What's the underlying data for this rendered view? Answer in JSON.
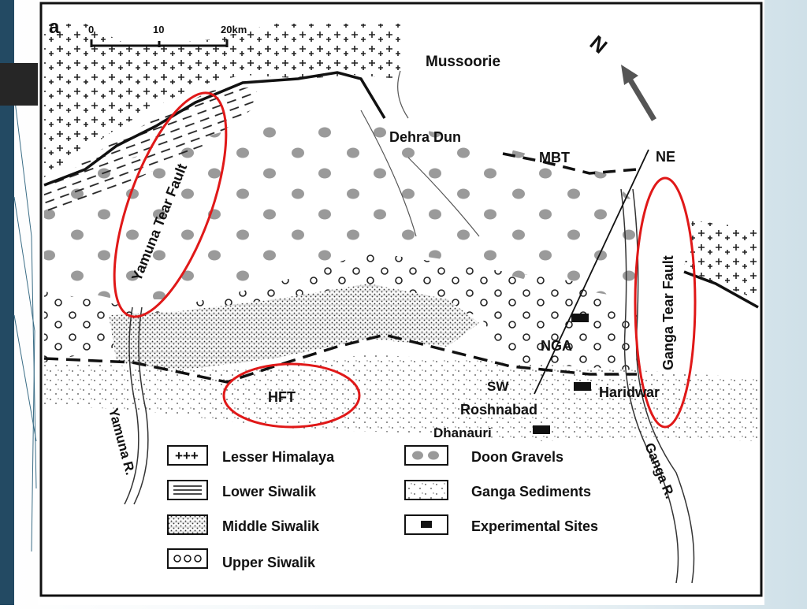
{
  "map": {
    "panel_label": "a",
    "scale": {
      "ticks": [
        "0",
        "10",
        "20km"
      ]
    },
    "north": {
      "label": "N"
    },
    "places": {
      "mussoorie": "Mussoorie",
      "dehra_dun": "Dehra Dun",
      "haridwar": "Haridwar",
      "roshnabad": "Roshnabad",
      "dhanauri": "Dhanauri"
    },
    "structures": {
      "mbt": "MBT",
      "hft": "HFT",
      "yamuna_tear_fault": "Yamuna Tear Fault",
      "ganga_tear_fault": "Ganga Tear Fault"
    },
    "profile": {
      "ne": "NE",
      "sw": "SW",
      "nga": "NGA"
    },
    "rivers": {
      "yamuna": "Yamuna R.",
      "ganga": "Ganga R."
    },
    "legend": {
      "lesser_himalaya": "Lesser Himalaya",
      "lower_siwalik": "Lower Siwalik",
      "middle_siwalik": "Middle Siwalik",
      "upper_siwalik": "Upper Siwalik",
      "doon_gravels": "Doon Gravels",
      "ganga_sediments": "Ganga Sediments",
      "experimental_sites": "Experimental Sites"
    },
    "colors": {
      "highlight": "#e01818",
      "slide_bar": "#234a63"
    }
  }
}
